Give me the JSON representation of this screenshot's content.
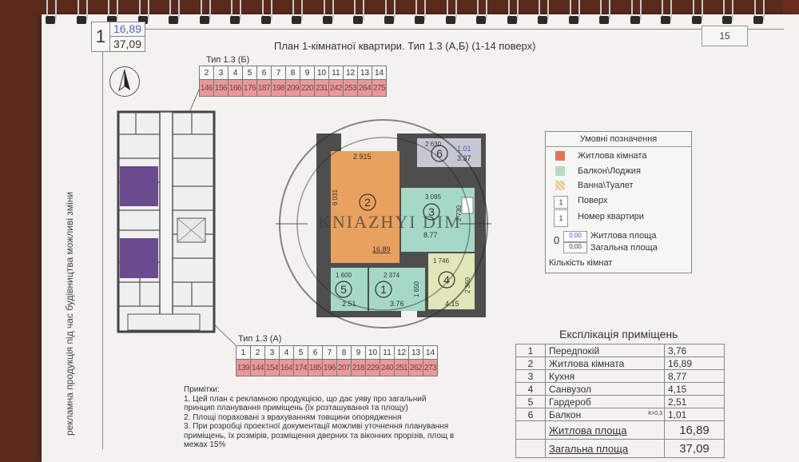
{
  "header": {
    "apartment_box": {
      "rooms": "1",
      "living_area": "16,89",
      "total_area": "37,09"
    },
    "page_number": "15",
    "title": "План 1-кімнатної квартири. Тип 1.3 (А,Б) (1-14 поверх)"
  },
  "side_note": "рекламна продукція під час будівництва можливі зміни",
  "floor_tables": {
    "type_b": {
      "label": "Тип 1.3 (Б)",
      "floors": [
        "2",
        "3",
        "4",
        "5",
        "6",
        "7",
        "8",
        "9",
        "10",
        "11",
        "12",
        "13",
        "14"
      ],
      "apartments": [
        "146",
        "156",
        "166",
        "176",
        "187",
        "198",
        "209",
        "220",
        "231",
        "242",
        "253",
        "264",
        "275"
      ]
    },
    "type_a": {
      "label": "Тип 1.3 (А)",
      "floors": [
        "1",
        "2",
        "3",
        "4",
        "5",
        "6",
        "7",
        "8",
        "9",
        "10",
        "11",
        "12",
        "13",
        "14"
      ],
      "apartments": [
        "139",
        "144",
        "154",
        "164",
        "174",
        "185",
        "196",
        "207",
        "218",
        "229",
        "240",
        "251",
        "262",
        "273"
      ]
    }
  },
  "plan": {
    "watermark": "KNIAZHYI DIM",
    "dimensions": {
      "room2_width": "2 915",
      "room2_length": "6 031",
      "balcony_width": "2 630",
      "kitchen_width": "3 095",
      "kitchen_length": "2 730",
      "wardrobe_width": "1 600",
      "hall_width": "2 374",
      "hall_length": "1 650",
      "bath_width": "1 746",
      "bath_length": "2 360"
    },
    "rooms": [
      {
        "num": "1",
        "area": "3.76"
      },
      {
        "num": "2",
        "area": "16.89"
      },
      {
        "num": "3",
        "area": "8.77"
      },
      {
        "num": "4",
        "area": "4.15"
      },
      {
        "num": "5",
        "area": "2.51"
      },
      {
        "num": "6",
        "area_k": "1.01",
        "area": "3.37"
      }
    ]
  },
  "legend": {
    "title": "Умовні позначення",
    "items": [
      {
        "label": "Житлова кімната",
        "color": "#e0745a"
      },
      {
        "label": "Балкон\\Лоджия",
        "color": "#b9d9c4"
      },
      {
        "label": "Ванна\\Туалет",
        "color": "#e8c89a"
      }
    ],
    "floor_label": "Поверх",
    "floor_sample": "1",
    "apt_label": "Номер квартири",
    "apt_sample": "1",
    "rooms_sample": "0",
    "living_sample": "0,00",
    "total_sample": "0,00",
    "living_label": "Житлова площа",
    "total_label": "Загальна площа",
    "rooms_label": "Кількість кімнат"
  },
  "explication": {
    "title": "Експлікація приміщень",
    "rows": [
      {
        "n": "1",
        "name": "Передпокій",
        "area": "3,76"
      },
      {
        "n": "2",
        "name": "Житлова кімната",
        "area": "16,89"
      },
      {
        "n": "3",
        "name": "Кухня",
        "area": "8,77"
      },
      {
        "n": "4",
        "name": "Санвузол",
        "area": "4,15"
      },
      {
        "n": "5",
        "name": "Гардероб",
        "area": "2,51"
      },
      {
        "n": "6",
        "name": "Балкон",
        "coef": "К=0,3",
        "area": "1,01"
      }
    ],
    "living_label": "Житлова площа",
    "living_value": "16,89",
    "total_label": "Загальна площа",
    "total_value": "37,09"
  },
  "notes": {
    "title": "Примітки:",
    "items": [
      "1. Цей план є рекламною продукцією, що дає уяву про загальний принцип планування приміщень (їх розташування та площу)",
      "2. Площі пораховані з врахуванням товщини опорядження",
      "3. При розробці проектної документації можливі уточнення планування приміщень, їх розмірів, розміщення дверних та віконних прорізів, площ в межах 15%"
    ]
  },
  "colors": {
    "living_room": "#e8a15e",
    "wet_zone": "#a6d8c8",
    "bathroom": "#e2e6b8",
    "balcony": "#c9c9d4",
    "walls": "#4a4a4a",
    "highlight": "#6a4a8a",
    "floor_value_bg": "#e79a98"
  }
}
